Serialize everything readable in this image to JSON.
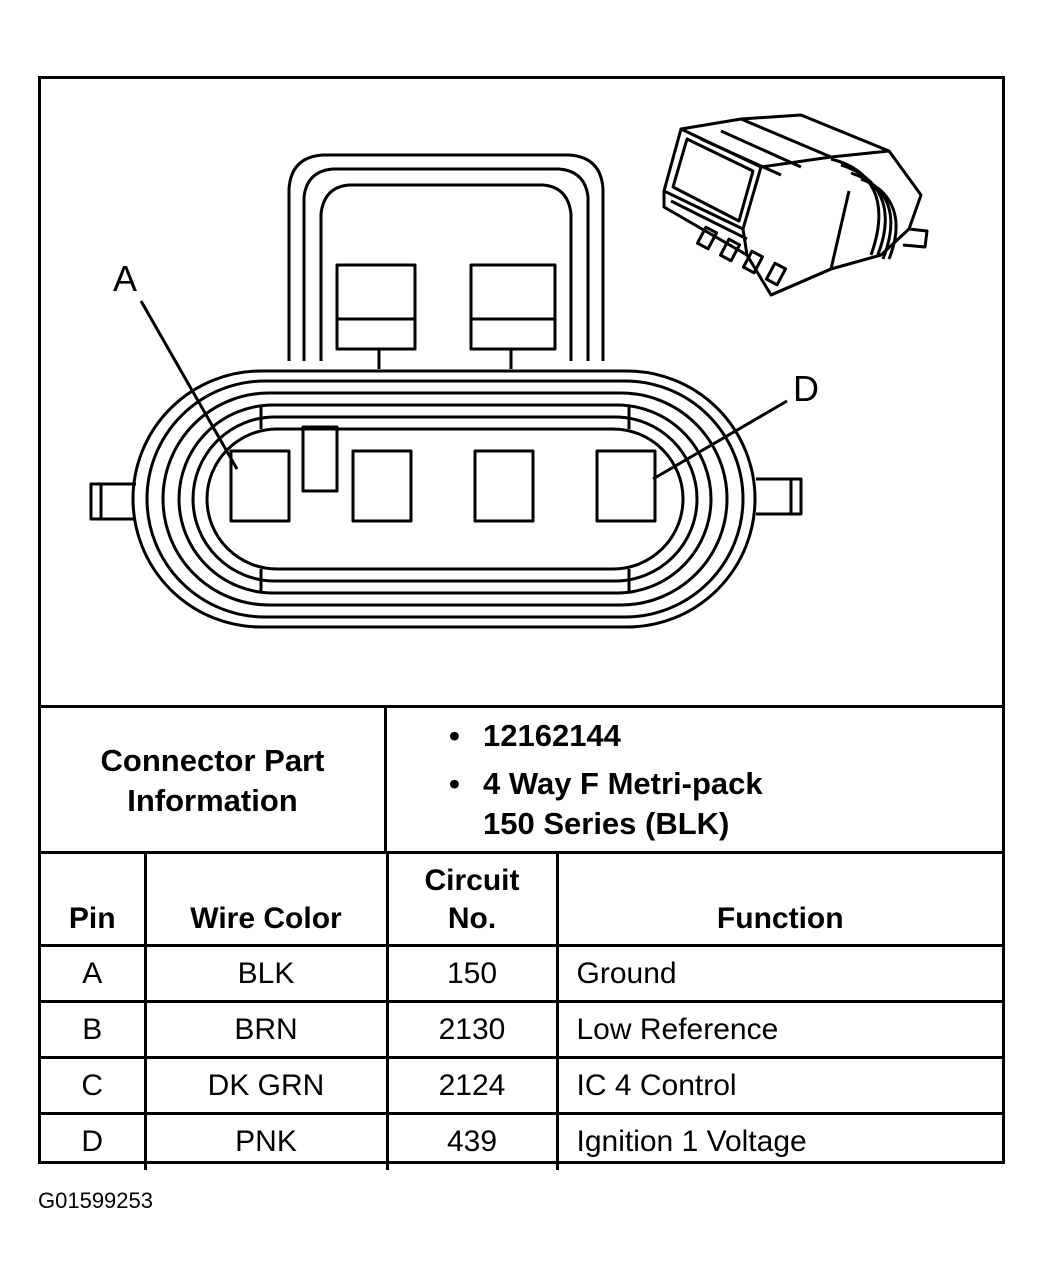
{
  "diagram": {
    "pin_labels": {
      "first": "A",
      "last": "D"
    }
  },
  "part_info": {
    "label_line1": "Connector Part",
    "label_line2": "Information",
    "bullet": "•",
    "part_number": "12162144",
    "description_line1": "4 Way F Metri-pack",
    "description_line2": "150 Series (BLK)"
  },
  "table": {
    "headers": {
      "pin": "Pin",
      "wire_color": "Wire Color",
      "circuit_line1": "Circuit",
      "circuit_line2": "No.",
      "function": "Function"
    },
    "rows": [
      {
        "pin": "A",
        "wire_color": "BLK",
        "circuit": "150",
        "function": "Ground"
      },
      {
        "pin": "B",
        "wire_color": "BRN",
        "circuit": "2130",
        "function": "Low Reference"
      },
      {
        "pin": "C",
        "wire_color": "DK GRN",
        "circuit": "2124",
        "function": "IC 4 Control"
      },
      {
        "pin": "D",
        "wire_color": "PNK",
        "circuit": "439",
        "function": "Ignition 1 Voltage"
      }
    ]
  },
  "figure_id": "G01599253"
}
